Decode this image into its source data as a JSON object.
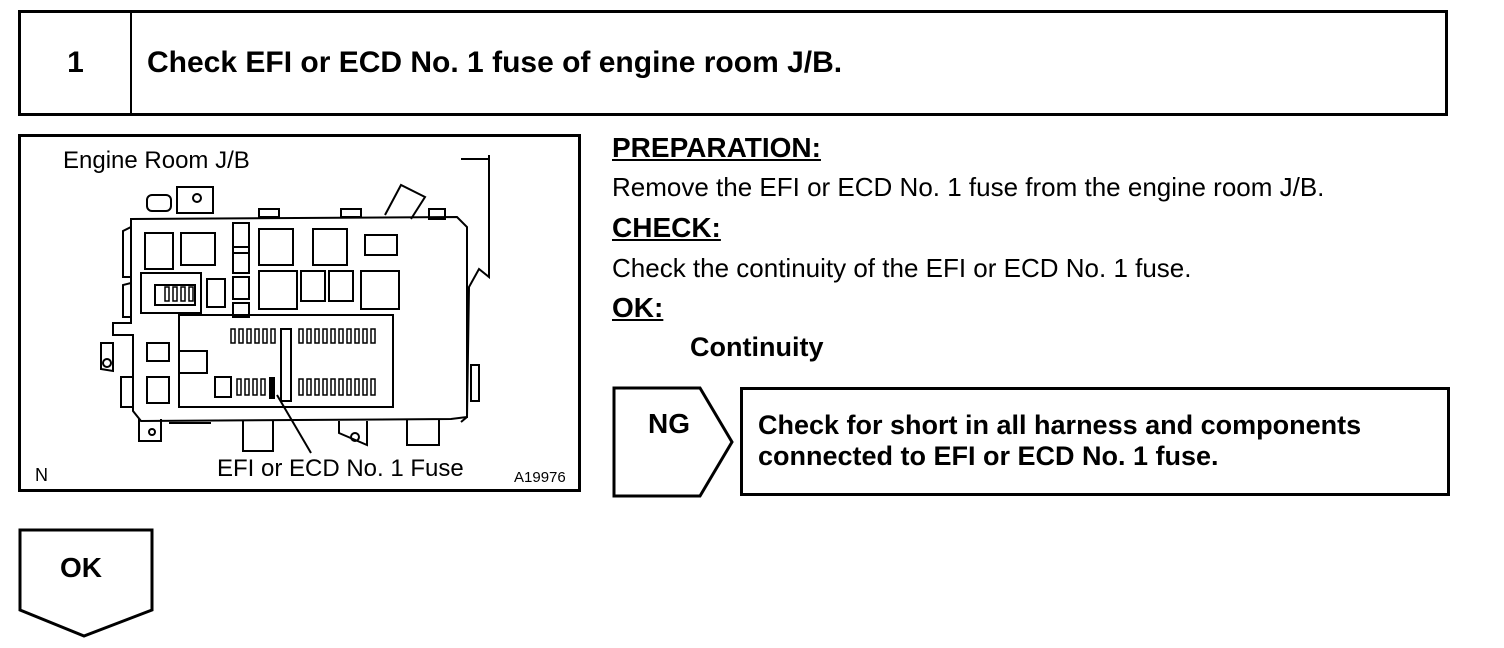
{
  "step": {
    "number": "1",
    "title": "Check EFI or ECD No. 1 fuse of engine room J/B."
  },
  "figure": {
    "title": "Engine Room J/B",
    "callout": "EFI or ECD No. 1 Fuse",
    "north_marker": "N",
    "figure_code": "A19976"
  },
  "preparation": {
    "heading": "PREPARATION:",
    "text": "Remove the EFI or ECD No. 1 fuse from the engine room J/B."
  },
  "check": {
    "heading": "CHECK:",
    "text": "Check the continuity of the EFI or ECD No. 1 fuse."
  },
  "ok": {
    "heading": "OK:",
    "value": "Continuity"
  },
  "ng_branch": {
    "tag": "NG",
    "action_line1": "Check for short in all harness and components",
    "action_line2": "connected to EFI or ECD No. 1 fuse."
  },
  "ok_branch": {
    "tag": "OK"
  }
}
